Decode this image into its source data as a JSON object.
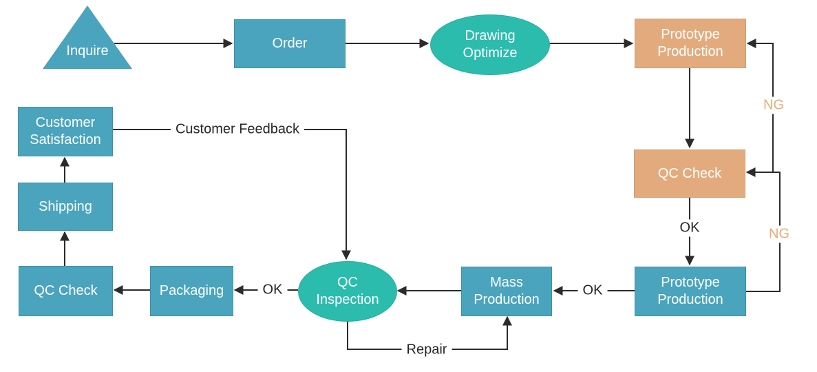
{
  "diagram": {
    "colors": {
      "process_blue": "#4AA4BD",
      "accent_teal": "#2BBCAE",
      "highlight_tan": "#E3AB7D",
      "ng_text": "#E9AC74",
      "connector": "#2B2B2B",
      "node_text": "#FFFFFF",
      "label_text": "#262626"
    },
    "nodes": {
      "inquire": {
        "label": "Inquire",
        "shape": "triangle",
        "color": "blue"
      },
      "order": {
        "label": "Order",
        "shape": "rectangle",
        "color": "blue"
      },
      "drawing_optimize": {
        "label": "Drawing\nOptimize",
        "shape": "ellipse",
        "color": "teal"
      },
      "prototype_production_1": {
        "label": "Prototype\nProduction",
        "shape": "rectangle",
        "color": "tan"
      },
      "qc_check_1": {
        "label": "QC Check",
        "shape": "rectangle",
        "color": "tan"
      },
      "prototype_production_2": {
        "label": "Prototype\nProduction",
        "shape": "rectangle",
        "color": "blue"
      },
      "mass_production": {
        "label": "Mass\nProduction",
        "shape": "rectangle",
        "color": "blue"
      },
      "qc_inspection": {
        "label": "QC\nInspection",
        "shape": "ellipse",
        "color": "teal"
      },
      "packaging": {
        "label": "Packaging",
        "shape": "rectangle",
        "color": "blue"
      },
      "qc_check_2": {
        "label": "QC Check",
        "shape": "rectangle",
        "color": "blue"
      },
      "shipping": {
        "label": "Shipping",
        "shape": "rectangle",
        "color": "blue"
      },
      "customer_satisfaction": {
        "label": "Customer\nSatisfaction",
        "shape": "rectangle",
        "color": "blue"
      }
    },
    "edge_labels": {
      "ng_upper": "NG",
      "ng_lower": "NG",
      "ok_prototype": "OK",
      "ok_mass": "OK",
      "ok_packaging": "OK",
      "customer_feedback": "Customer Feedback",
      "repair": "Repair"
    }
  }
}
